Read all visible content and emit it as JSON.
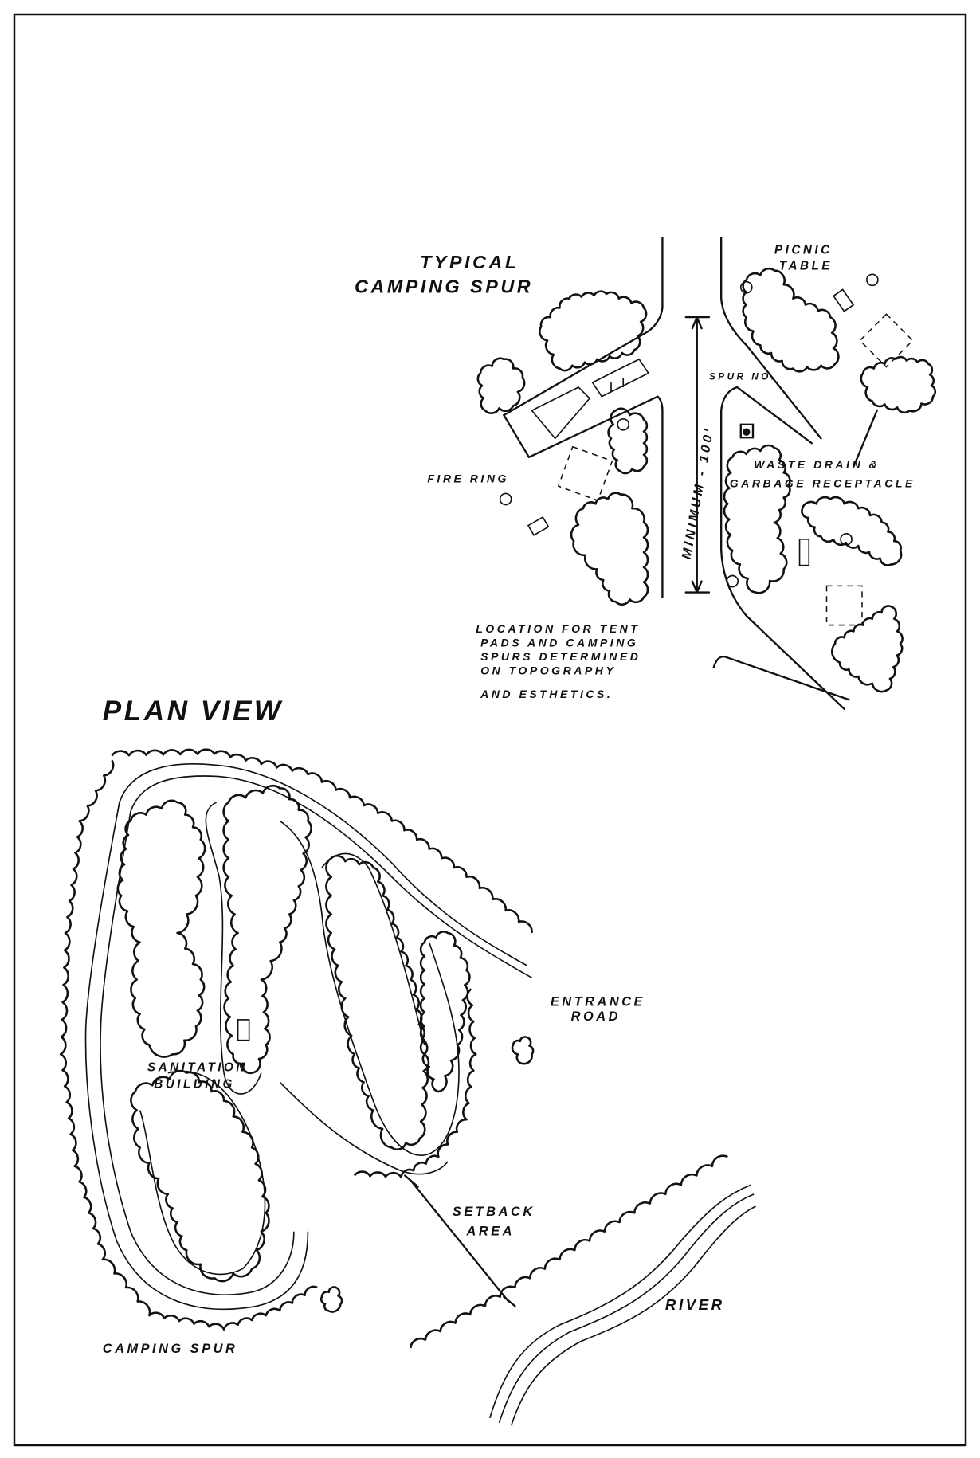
{
  "typical_spur": {
    "title_line1": "TYPICAL",
    "title_line2": "CAMPING SPUR",
    "picnic_line1": "PICNIC",
    "picnic_line2": "TABLE",
    "spur_no": "SPUR NO.",
    "fire_ring": "FIRE RING",
    "waste_line1": "WASTE DRAIN &",
    "waste_line2": "GARBAGE RECEPTACLE",
    "dimension": "MINIMUM - 100'",
    "note_lines": [
      "LOCATION FOR TENT",
      "PADS AND CAMPING",
      "SPURS DETERMINED",
      "ON TOPOGRAPHY",
      "AND ESTHETICS."
    ]
  },
  "plan_view": {
    "title": "PLAN VIEW",
    "entrance_line1": "ENTRANCE",
    "entrance_line2": "ROAD",
    "sanitation_line1": "SANITATION",
    "sanitation_line2": "BUILDING",
    "setback_line1": "SETBACK",
    "setback_line2": "AREA",
    "river": "RIVER",
    "camping_spur": "CAMPING SPUR"
  }
}
